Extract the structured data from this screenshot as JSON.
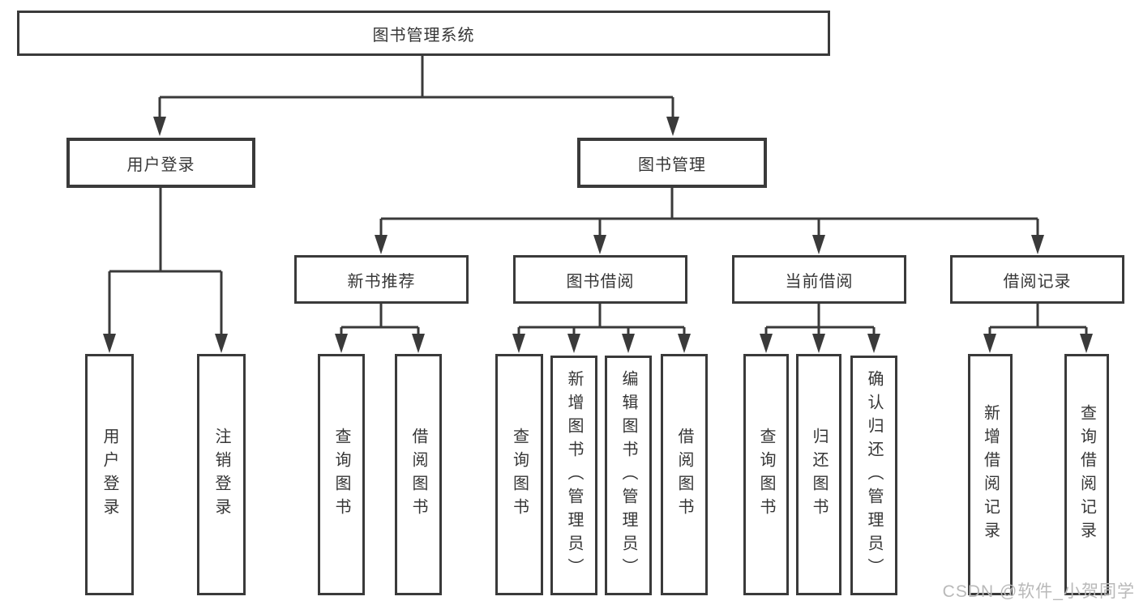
{
  "colors": {
    "background": "#ffffff",
    "line": "#3a3a3a",
    "text": "#363636",
    "watermark": "#b9b9b9"
  },
  "diagram": {
    "root": {
      "label": "图书管理系统",
      "children": [
        {
          "label": "用户登录",
          "children": [
            {
              "label": "用户登录"
            },
            {
              "label": "注销登录"
            }
          ]
        },
        {
          "label": "图书管理",
          "children": [
            {
              "label": "新书推荐",
              "children": [
                {
                  "label": "查询图书"
                },
                {
                  "label": "借阅图书"
                }
              ]
            },
            {
              "label": "图书借阅",
              "children": [
                {
                  "label": "查询图书"
                },
                {
                  "label": "新增图书（管理员）"
                },
                {
                  "label": "编辑图书（管理员）"
                },
                {
                  "label": "借阅图书"
                }
              ]
            },
            {
              "label": "当前借阅",
              "children": [
                {
                  "label": "查询图书"
                },
                {
                  "label": "归还图书"
                },
                {
                  "label": "确认归还（管理员）"
                }
              ]
            },
            {
              "label": "借阅记录",
              "children": [
                {
                  "label": "新增借阅记录"
                },
                {
                  "label": "查询借阅记录"
                }
              ]
            }
          ]
        }
      ]
    }
  },
  "watermark": "CSDN @软件_小贺同学"
}
